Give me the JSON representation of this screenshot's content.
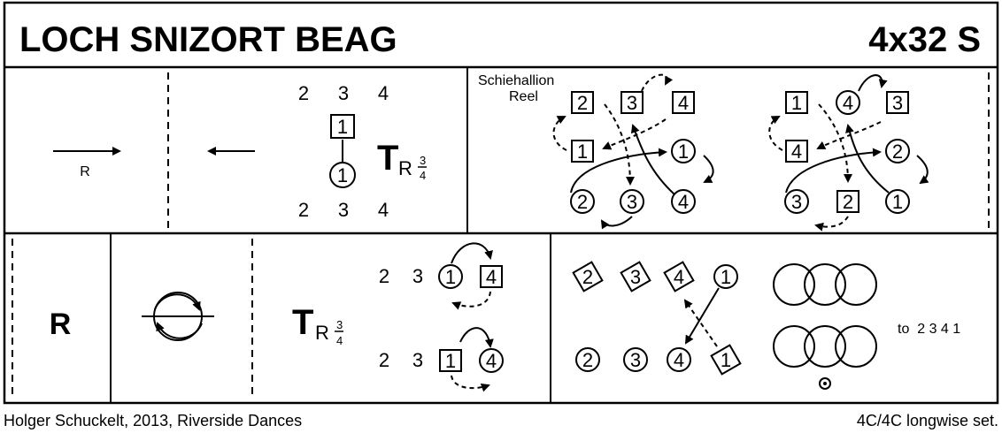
{
  "title": "LOCH SNIZORT BEAG",
  "format": "4x32 S",
  "footer_left": "Holger Schuckelt, 2013, Riverside Dances",
  "footer_right": "4C/4C longwise set.",
  "row1": {
    "bar1_label": "R",
    "top_numbers": [
      "2",
      "3",
      "4"
    ],
    "bottom_numbers": [
      "2",
      "3",
      "4"
    ],
    "box_one": "1",
    "circle_one": "1",
    "turn_symbol": "T",
    "turn_sub": "R",
    "turn_frac_num": "3",
    "turn_frac_den": "4",
    "reel_label_1": "Schiehallion",
    "reel_label_2": "Reel",
    "reel1_boxes": [
      "2",
      "3",
      "4",
      "1"
    ],
    "reel1_circles": [
      "1",
      "2",
      "3",
      "4"
    ],
    "reel2_boxes": [
      "1",
      "3",
      "4",
      "2"
    ],
    "reel2_circles": [
      "4",
      "2",
      "3",
      "1"
    ]
  },
  "row2": {
    "bar1_label": "R",
    "turn_symbol": "T",
    "turn_sub": "R",
    "turn_frac_num": "3",
    "turn_frac_den": "4",
    "upper_numbers": [
      "2",
      "3"
    ],
    "upper_circle": "1",
    "upper_box": "4",
    "lower_numbers": [
      "2",
      "3"
    ],
    "lower_box": "1",
    "lower_circle": "4",
    "diag_boxes_top": [
      "2",
      "3",
      "4"
    ],
    "diag_circle_top": "1",
    "diag_circles_bottom": [
      "2",
      "3",
      "4"
    ],
    "diag_box_bottom": "1",
    "end_text": "to  2 3 4 1"
  }
}
